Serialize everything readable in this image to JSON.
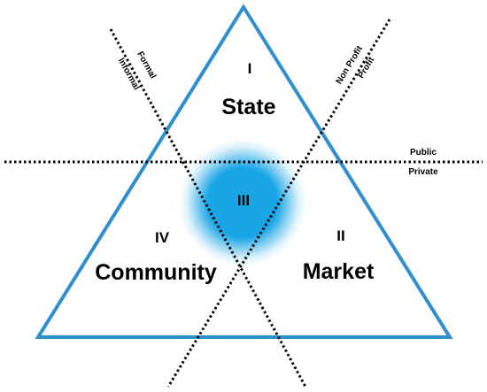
{
  "colors": {
    "triangle_stroke": "#2e8fce",
    "glow": "#1aa6e6",
    "divider": "#000000"
  },
  "sectors": {
    "state": {
      "numeral": "I",
      "label": "State"
    },
    "market": {
      "numeral": "II",
      "label": "Market"
    },
    "intermediate": {
      "numeral": "III"
    },
    "community": {
      "numeral": "IV",
      "label": "Community"
    }
  },
  "dividers": {
    "public_private": {
      "upper": "Public",
      "lower": "Private"
    },
    "formal_informal": {
      "upper": "Formal",
      "lower": "Informal"
    },
    "profit_nonprofit": {
      "upper": "Non Profit",
      "lower": "Profit"
    }
  }
}
